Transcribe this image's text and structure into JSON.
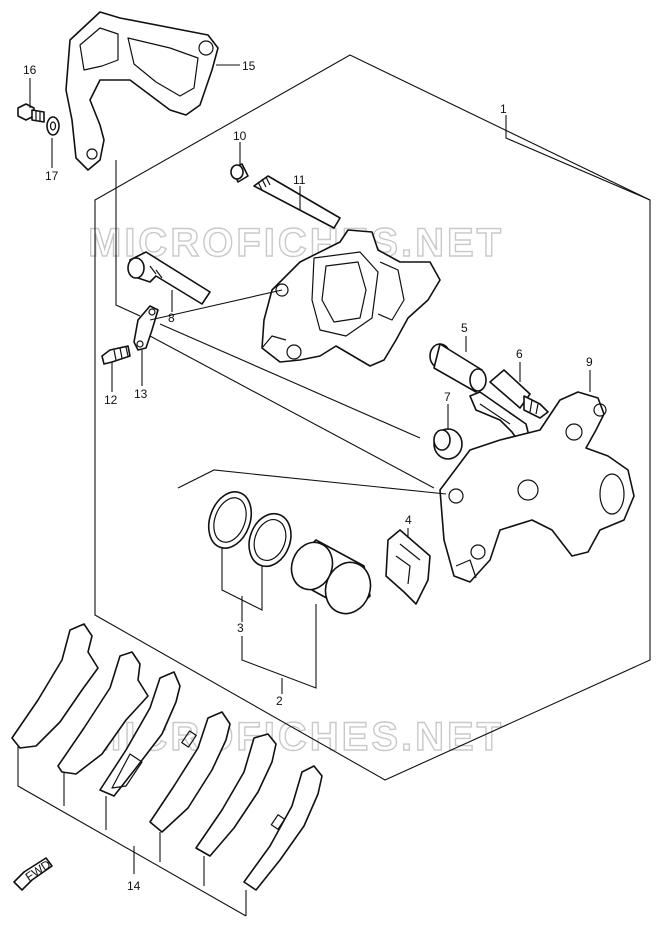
{
  "watermark": "MICROFICHES.NET",
  "fwd_label": "FWD",
  "labels": {
    "l1": "1",
    "l2": "2",
    "l3": "3",
    "l4": "4",
    "l5": "5",
    "l6": "6",
    "l7": "7",
    "l8": "8",
    "l9": "9",
    "l10": "10",
    "l11": "11",
    "l12": "12",
    "l13": "13",
    "l14": "14",
    "l15": "15",
    "l16": "16",
    "l17": "17"
  }
}
